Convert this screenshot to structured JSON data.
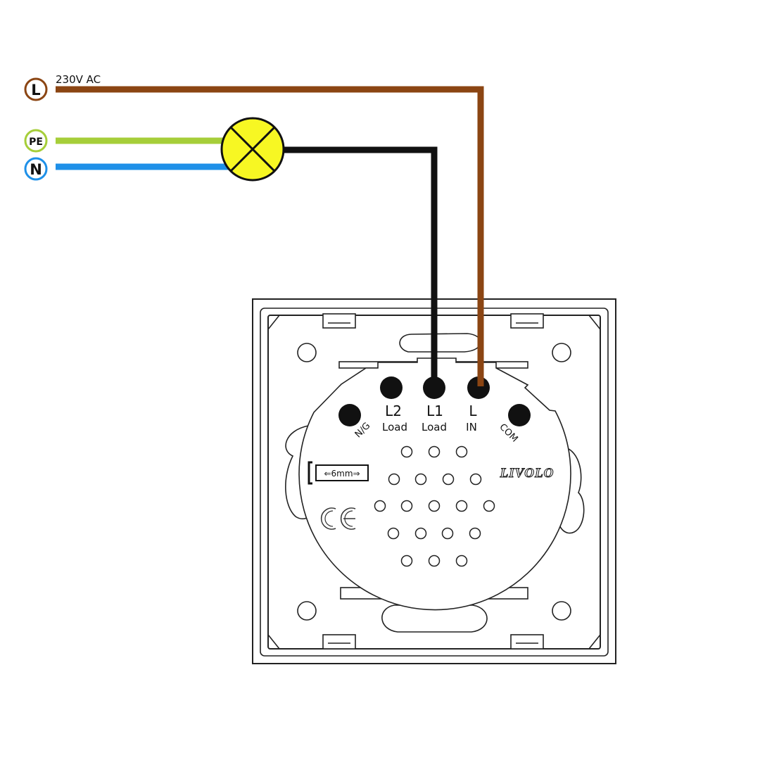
{
  "supply": {
    "voltage_label": "230V AC",
    "line": {
      "badge": "L",
      "color": "#8B4513"
    },
    "earth": {
      "badge": "PE",
      "color": "#A6CE39"
    },
    "neutral": {
      "badge": "N",
      "color": "#1E90E8"
    }
  },
  "lamp": {
    "color": "#F7F723"
  },
  "switched_wire_color": "#111111",
  "module": {
    "terminals": {
      "l2": {
        "label": "L2",
        "sub": "Load"
      },
      "l1": {
        "label": "L1",
        "sub": "Load"
      },
      "l": {
        "label": "L",
        "sub": "IN"
      },
      "ng": {
        "label": "N/G"
      },
      "com": {
        "label": "COM"
      }
    },
    "strip_gauge": "⇐6mm⇒",
    "ce_mark": "CE",
    "brand": "LIVOLO"
  }
}
